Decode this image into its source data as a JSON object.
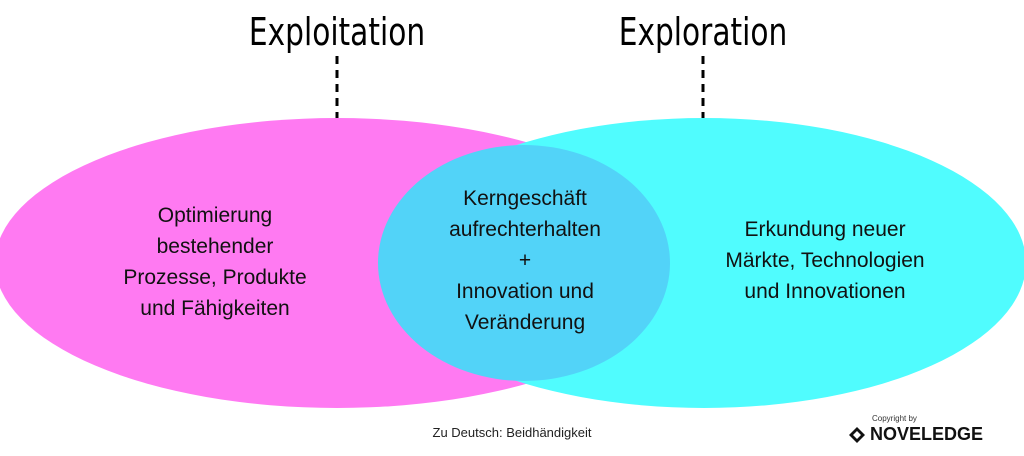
{
  "titles": {
    "left": "Exploitation",
    "right": "Exploration"
  },
  "left_text": [
    "Optimierung",
    "bestehender",
    "Prozesse, Produkte",
    "und Fähigkeiten"
  ],
  "center_text": [
    "Kerngeschäft",
    "aufrechterhalten",
    "+",
    "Innovation und",
    "Veränderung"
  ],
  "right_text": [
    "Erkundung neuer",
    "Märkte, Technologien",
    "und Innovationen"
  ],
  "footer": "Zu Deutsch: Beidhändigkeit",
  "copyright": {
    "label": "Copyright by",
    "brand": "NOVELEDGE"
  },
  "colors": {
    "left": "#FF7AF2",
    "right": "#50FCFE",
    "overlap": "#52D3F8"
  }
}
